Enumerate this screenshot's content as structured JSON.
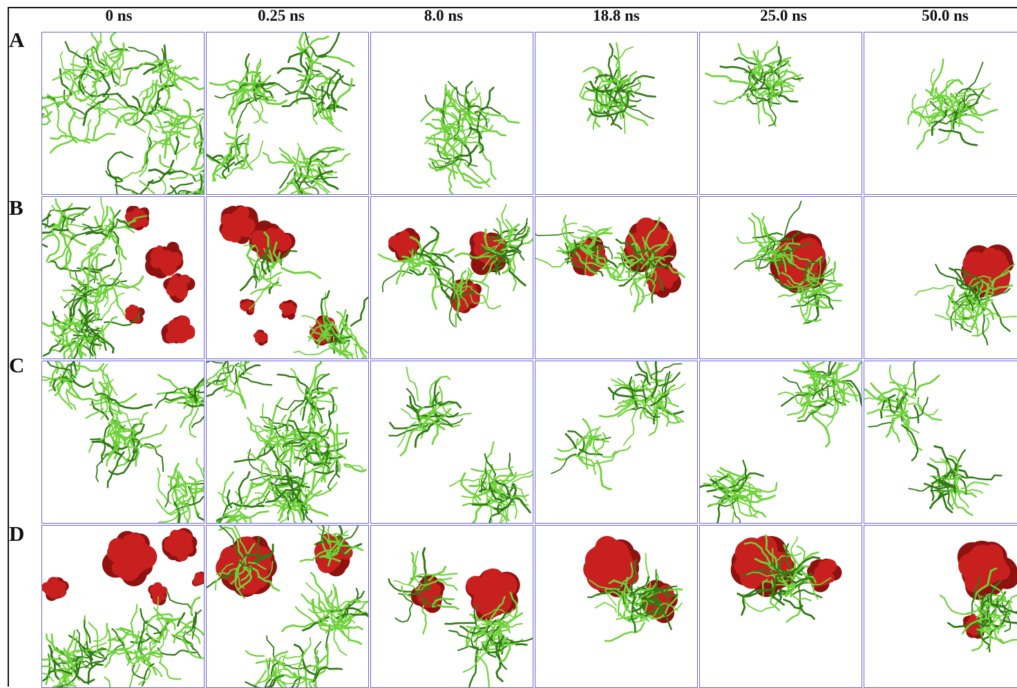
{
  "timepoints": [
    "0 ns",
    "0.25 ns",
    "8.0 ns",
    "18.8 ns",
    "25.0 ns",
    "50.0 ns"
  ],
  "rows": [
    {
      "label": "A",
      "has_protein": false
    },
    {
      "label": "B",
      "has_protein": true
    },
    {
      "label": "C",
      "has_protein": false
    },
    {
      "label": "D",
      "has_protein": true
    }
  ],
  "colors": {
    "ligand": "#6fd23a",
    "ligand_dark": "#2f7a14",
    "protein": "#c8201e",
    "protein_dark": "#8e1210",
    "panel_border": "#6b63d6"
  }
}
